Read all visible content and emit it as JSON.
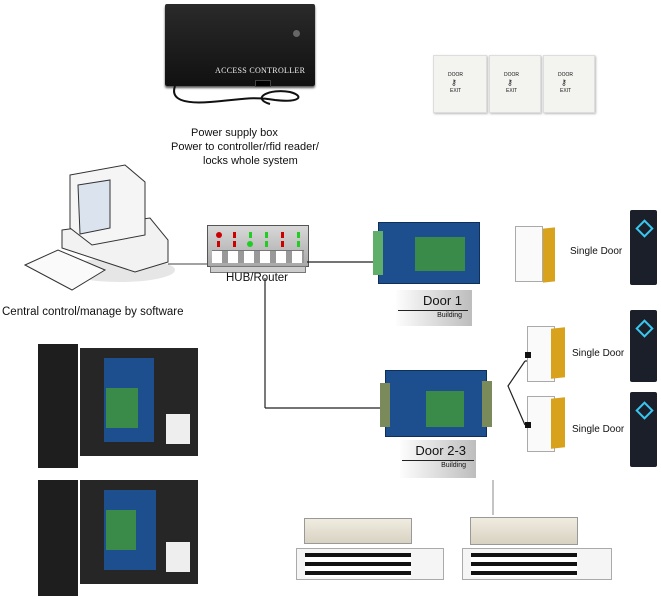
{
  "power_supply": {
    "panel_label": "ACCESS CONTROLLER",
    "caption": [
      "Power supply box",
      "Power to controller/rfid reader/",
      "locks whole system"
    ]
  },
  "exit_buttons": [
    {
      "top": "DOOR",
      "bottom": "EXIT"
    },
    {
      "top": "DOOR",
      "bottom": "EXIT"
    },
    {
      "top": "DOOR",
      "bottom": "EXIT"
    }
  ],
  "computer": {
    "caption": "Central control/manage by software"
  },
  "hub": {
    "caption": "HUB/Router"
  },
  "controllers": [
    {
      "title": "Door 1",
      "subtitle": "Building"
    },
    {
      "title": "Door 2-3",
      "subtitle": "Building"
    }
  ],
  "doors": [
    {
      "label": "Single Door"
    },
    {
      "label": "Single Door"
    },
    {
      "label": "Single Door"
    }
  ],
  "colors": {
    "board_blue": "#1d4f8f",
    "board_green": "#3a8a4a",
    "door_gold": "#d8a21c",
    "reader_body": "#1b1f2a",
    "reader_led": "#39c6f0",
    "enclosure": "#1e1e1e"
  }
}
